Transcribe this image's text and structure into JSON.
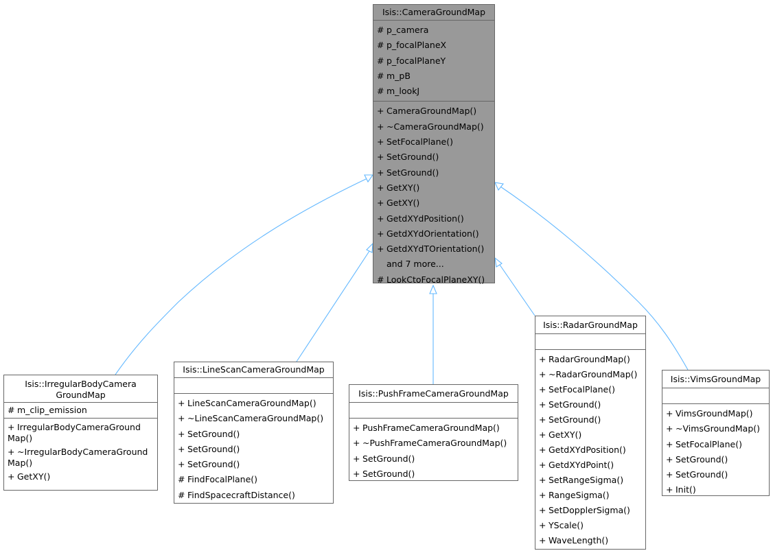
{
  "classes": {
    "camera_ground_map": {
      "name": "Isis::CameraGroundMap",
      "attributes": [
        {
          "vis": "#",
          "name": "p_camera"
        },
        {
          "vis": "#",
          "name": "p_focalPlaneX"
        },
        {
          "vis": "#",
          "name": "p_focalPlaneY"
        },
        {
          "vis": "#",
          "name": "m_pB"
        },
        {
          "vis": "#",
          "name": "m_lookJ"
        }
      ],
      "methods": [
        {
          "vis": "+",
          "name": "CameraGroundMap()"
        },
        {
          "vis": "+",
          "name": "~CameraGroundMap()"
        },
        {
          "vis": "+",
          "name": "SetFocalPlane()"
        },
        {
          "vis": "+",
          "name": "SetGround()"
        },
        {
          "vis": "+",
          "name": "SetGround()"
        },
        {
          "vis": "+",
          "name": "GetXY()"
        },
        {
          "vis": "+",
          "name": "GetXY()"
        },
        {
          "vis": "+",
          "name": "GetdXYdPosition()"
        },
        {
          "vis": "+",
          "name": "GetdXYdOrientation()"
        },
        {
          "vis": "+",
          "name": "GetdXYdTOrientation()"
        },
        {
          "vis": "",
          "name": "and 7 more..."
        },
        {
          "vis": "#",
          "name": "LookCtoFocalPlaneXY()"
        }
      ]
    },
    "irregular": {
      "name": "Isis::IrregularBodyCamera GroundMap",
      "attributes": [
        {
          "vis": "#",
          "name": "m_clip_emission"
        }
      ],
      "methods": [
        {
          "vis": "+",
          "name": "IrregularBodyCameraGround Map()"
        },
        {
          "vis": "+",
          "name": "~IrregularBodyCameraGround Map()"
        },
        {
          "vis": "+",
          "name": "GetXY()"
        }
      ]
    },
    "linescan": {
      "name": "Isis::LineScanCameraGroundMap",
      "attributes": [],
      "methods": [
        {
          "vis": "+",
          "name": "LineScanCameraGroundMap()"
        },
        {
          "vis": "+",
          "name": "~LineScanCameraGroundMap()"
        },
        {
          "vis": "+",
          "name": "SetGround()"
        },
        {
          "vis": "+",
          "name": "SetGround()"
        },
        {
          "vis": "+",
          "name": "SetGround()"
        },
        {
          "vis": "#",
          "name": "FindFocalPlane()"
        },
        {
          "vis": "#",
          "name": "FindSpacecraftDistance()"
        }
      ]
    },
    "pushframe": {
      "name": "Isis::PushFrameCameraGroundMap",
      "attributes": [],
      "methods": [
        {
          "vis": "+",
          "name": "PushFrameCameraGroundMap()"
        },
        {
          "vis": "+",
          "name": "~PushFrameCameraGroundMap()"
        },
        {
          "vis": "+",
          "name": "SetGround()"
        },
        {
          "vis": "+",
          "name": "SetGround()"
        }
      ]
    },
    "radar": {
      "name": "Isis::RadarGroundMap",
      "attributes": [],
      "methods": [
        {
          "vis": "+",
          "name": "RadarGroundMap()"
        },
        {
          "vis": "+",
          "name": "~RadarGroundMap()"
        },
        {
          "vis": "+",
          "name": "SetFocalPlane()"
        },
        {
          "vis": "+",
          "name": "SetGround()"
        },
        {
          "vis": "+",
          "name": "SetGround()"
        },
        {
          "vis": "+",
          "name": "GetXY()"
        },
        {
          "vis": "+",
          "name": "GetdXYdPosition()"
        },
        {
          "vis": "+",
          "name": "GetdXYdPoint()"
        },
        {
          "vis": "+",
          "name": "SetRangeSigma()"
        },
        {
          "vis": "+",
          "name": "RangeSigma()"
        },
        {
          "vis": "+",
          "name": "SetDopplerSigma()"
        },
        {
          "vis": "+",
          "name": "YScale()"
        },
        {
          "vis": "+",
          "name": "WaveLength()"
        }
      ]
    },
    "vims": {
      "name": "Isis::VimsGroundMap",
      "attributes": [],
      "methods": [
        {
          "vis": "+",
          "name": "VimsGroundMap()"
        },
        {
          "vis": "+",
          "name": "~VimsGroundMap()"
        },
        {
          "vis": "+",
          "name": "SetFocalPlane()"
        },
        {
          "vis": "+",
          "name": "SetGround()"
        },
        {
          "vis": "+",
          "name": "SetGround()"
        },
        {
          "vis": "+",
          "name": "Init()"
        }
      ]
    }
  },
  "colors": {
    "edge": "#63b8ff",
    "base_fill": "#999999",
    "border": "#666666"
  }
}
